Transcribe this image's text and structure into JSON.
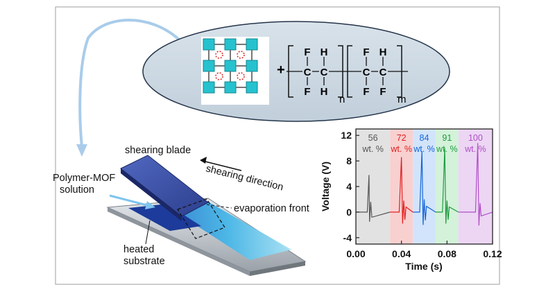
{
  "polymer_formula": {
    "atom_F": "F",
    "atom_H": "H",
    "atom_C": "C",
    "plus": "+",
    "subscript_n": "n",
    "subscript_m": "m"
  },
  "process_labels": {
    "shearing_blade": "shearing blade",
    "solution_line1": "Polymer-MOF",
    "solution_line2": "solution",
    "shearing_direction": "shearing direction",
    "evaporation_front": "evaporation front",
    "heated_line1": "heated",
    "heated_line2": "substrate"
  },
  "chart_data": {
    "type": "line",
    "xlabel": "Time (s)",
    "ylabel": "Voltage (V)",
    "xlim": [
      0.0,
      0.12
    ],
    "ylim": [
      -5,
      13
    ],
    "x_ticks": [
      "0.00",
      "0.04",
      "0.08",
      "0.12"
    ],
    "y_ticks": [
      "12",
      "8",
      "4",
      "0",
      "-4"
    ],
    "series": [
      {
        "name": "56",
        "unit": "wt. %",
        "color": "#555555",
        "band": "#e2e2e2",
        "band_range": [
          0.0,
          0.03
        ],
        "x": [
          0.0,
          0.01,
          0.0115,
          0.012,
          0.013,
          0.014,
          0.03
        ],
        "y": [
          0,
          0,
          5.8,
          -1.5,
          1.6,
          -0.8,
          0
        ]
      },
      {
        "name": "72",
        "unit": "wt. %",
        "color": "#e02020",
        "band": "#f8d0d0",
        "band_range": [
          0.03,
          0.05
        ],
        "x": [
          0.03,
          0.038,
          0.04,
          0.041,
          0.042,
          0.043,
          0.044,
          0.05
        ],
        "y": [
          0,
          0,
          8.6,
          -1.8,
          1.8,
          -1.2,
          0.8,
          0
        ]
      },
      {
        "name": "84",
        "unit": "wt. %",
        "color": "#1565d8",
        "band": "#d2e4fb",
        "band_range": [
          0.05,
          0.07
        ],
        "x": [
          0.05,
          0.056,
          0.058,
          0.059,
          0.06,
          0.061,
          0.062,
          0.07
        ],
        "y": [
          0,
          0,
          9.5,
          -2.0,
          2.0,
          -1.3,
          0.9,
          0
        ]
      },
      {
        "name": "91",
        "unit": "wt. %",
        "color": "#1f9a40",
        "band": "#d3f2d9",
        "band_range": [
          0.07,
          0.09
        ],
        "x": [
          0.07,
          0.076,
          0.078,
          0.079,
          0.08,
          0.081,
          0.082,
          0.09
        ],
        "y": [
          0,
          0,
          10.0,
          -1.8,
          1.8,
          -1.2,
          0.8,
          0
        ]
      },
      {
        "name": "100",
        "unit": "wt. %",
        "color": "#b04fc6",
        "band": "#ecd6f4",
        "band_range": [
          0.09,
          0.12
        ],
        "x": [
          0.09,
          0.105,
          0.107,
          0.108,
          0.109,
          0.11,
          0.12
        ],
        "y": [
          0,
          0,
          10.8,
          -2.1,
          1.4,
          -0.6,
          0
        ]
      }
    ]
  }
}
